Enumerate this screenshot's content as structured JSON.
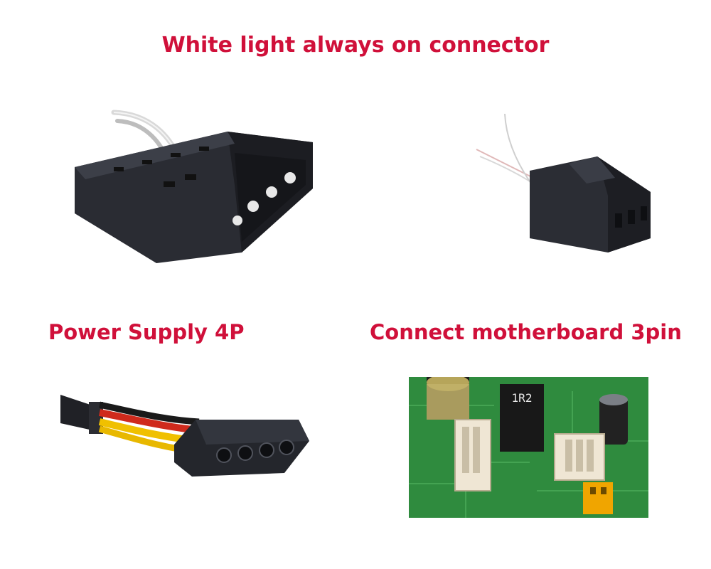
{
  "title": "White light always on connector",
  "labels": {
    "power_supply": "Power Supply 4P",
    "motherboard": "Connect motherboard 3pin"
  },
  "motherboard_markings": {
    "chip": "1R2"
  },
  "colors": {
    "heading": "#d0103a",
    "connector": "#23252b",
    "pcb": "#2e8b3d",
    "wire_red": "#d32a1c",
    "wire_yellow": "#f2c200",
    "header_white": "#efe6d4",
    "jumper": "#f0a500"
  }
}
